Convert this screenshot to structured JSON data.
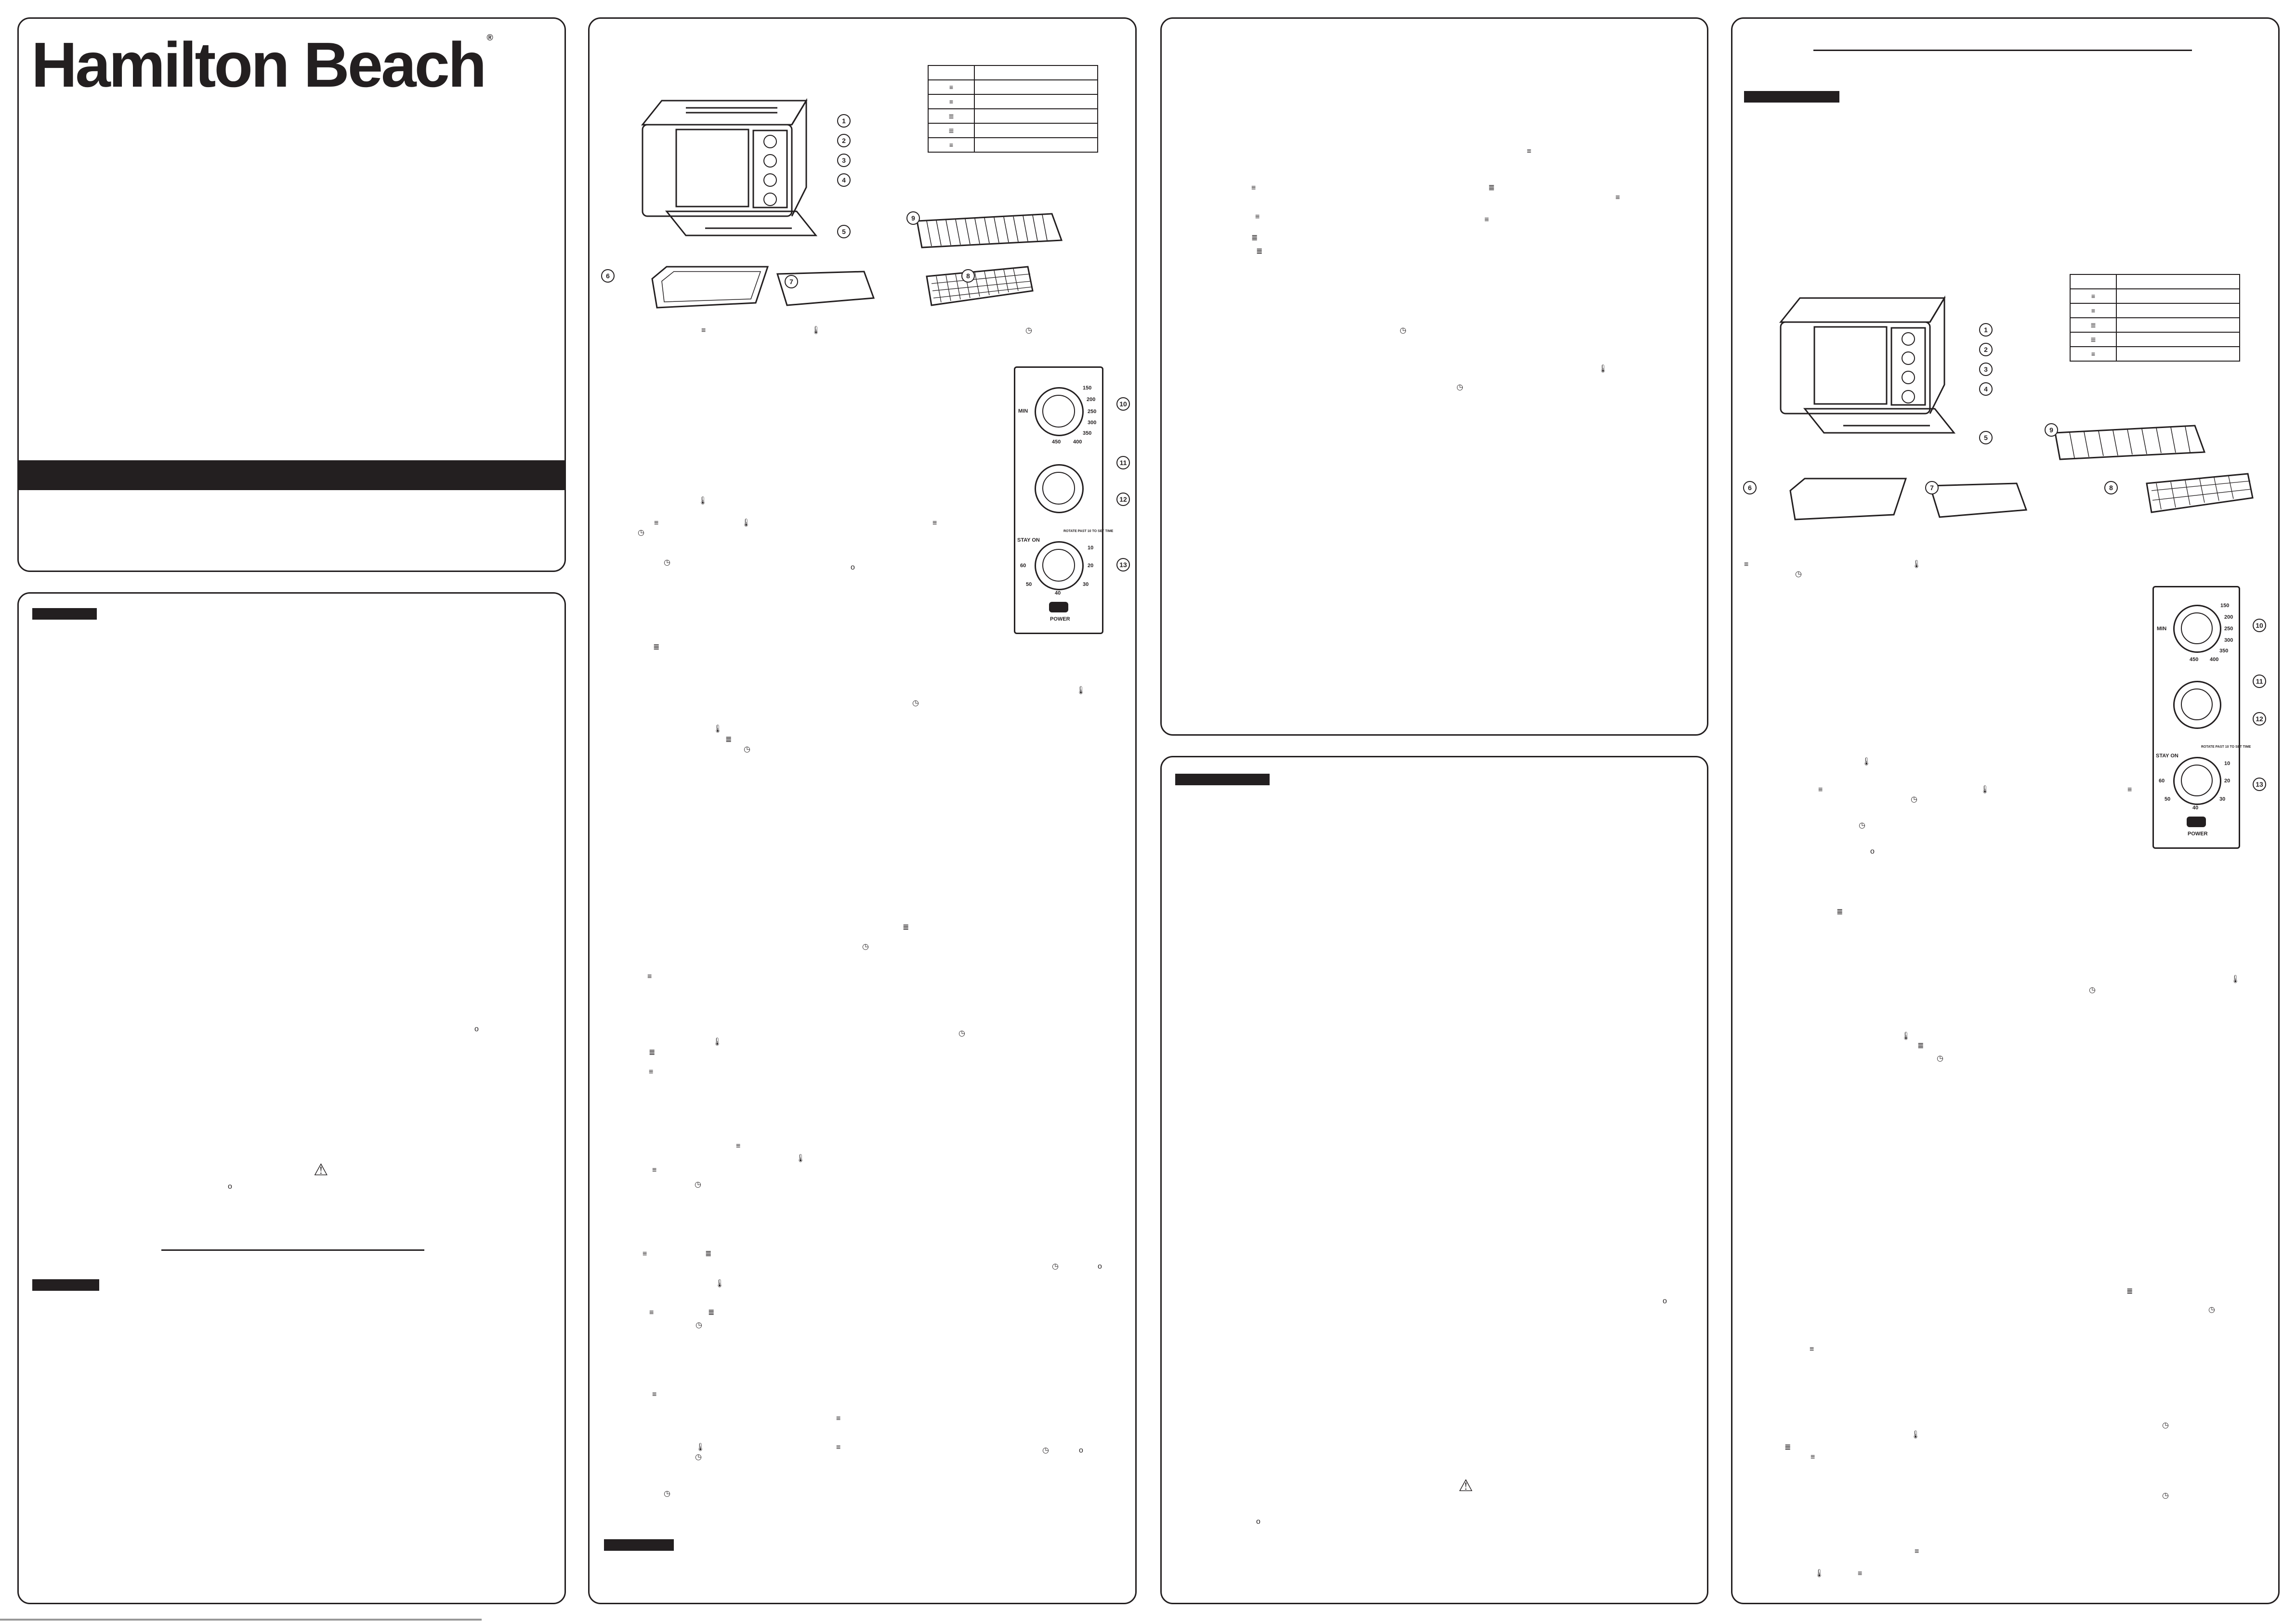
{
  "brand": {
    "name": "Hamilton Beach",
    "registered_mark": "®"
  },
  "colors": {
    "ink": "#231f20",
    "paper": "#ffffff"
  },
  "icons": {
    "bake": "≡",
    "broil": "≣",
    "toast": "≡",
    "temperature": "🌡",
    "timer": "◷",
    "off": "o",
    "warning": "⚠"
  },
  "parts_callouts": [
    "1",
    "2",
    "3",
    "4",
    "5",
    "6",
    "7",
    "8",
    "9"
  ],
  "control_callouts": [
    "10",
    "11",
    "12",
    "13"
  ],
  "dial_labels": {
    "temperature": [
      "MIN",
      "150",
      "200",
      "250",
      "300",
      "350",
      "400",
      "450"
    ],
    "timer": [
      "STAY ON",
      "60",
      "50",
      "40",
      "30",
      "20",
      "10"
    ],
    "timer_note": "ROTATE PAST 10 TO SET TIME",
    "power": "POWER"
  }
}
